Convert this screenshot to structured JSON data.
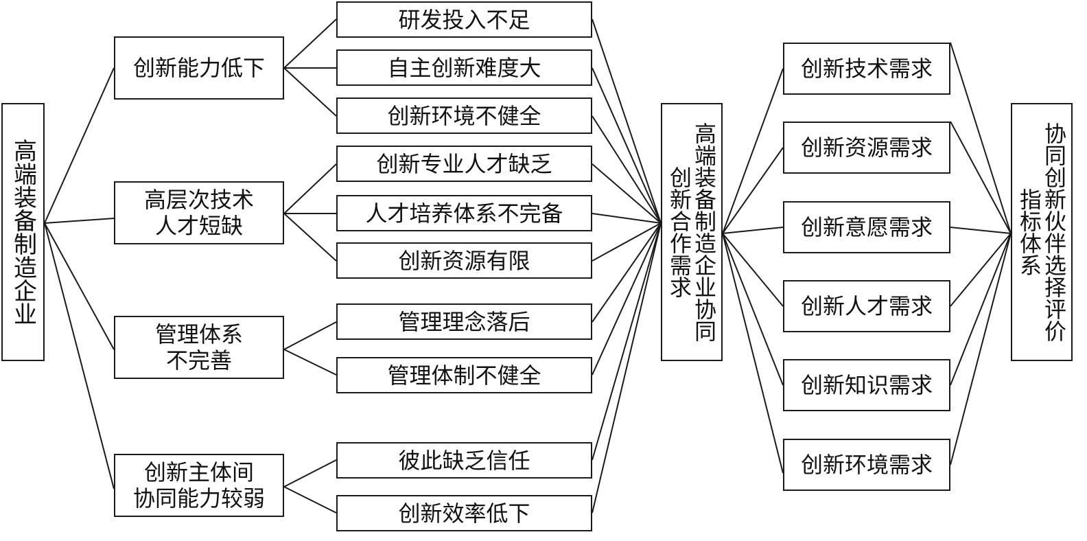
{
  "diagram": {
    "root": "高端装备制造企业",
    "problems": [
      {
        "label": "创新能力低下",
        "causes": [
          "研发投入不足",
          "自主创新难度大",
          "创新环境不健全"
        ]
      },
      {
        "label": "高层次技术\n人才短缺",
        "causes": [
          "创新专业人才缺乏",
          "人才培养体系不完备",
          "创新资源有限"
        ]
      },
      {
        "label": "管理体系\n不完善",
        "causes": [
          "管理理念落后",
          "管理体制不健全"
        ]
      },
      {
        "label": "创新主体间\n协同能力较弱",
        "causes": [
          "彼此缺乏信任",
          "创新效率低下"
        ]
      }
    ],
    "center": "高端装备制造企业协同创新合作需求",
    "needs": [
      "创新技术需求",
      "创新资源需求",
      "创新意愿需求",
      "创新人才需求",
      "创新知识需求",
      "创新环境需求"
    ],
    "target": "协同创新伙伴选择评价指标体系",
    "line_color": "#1a1a1a"
  }
}
